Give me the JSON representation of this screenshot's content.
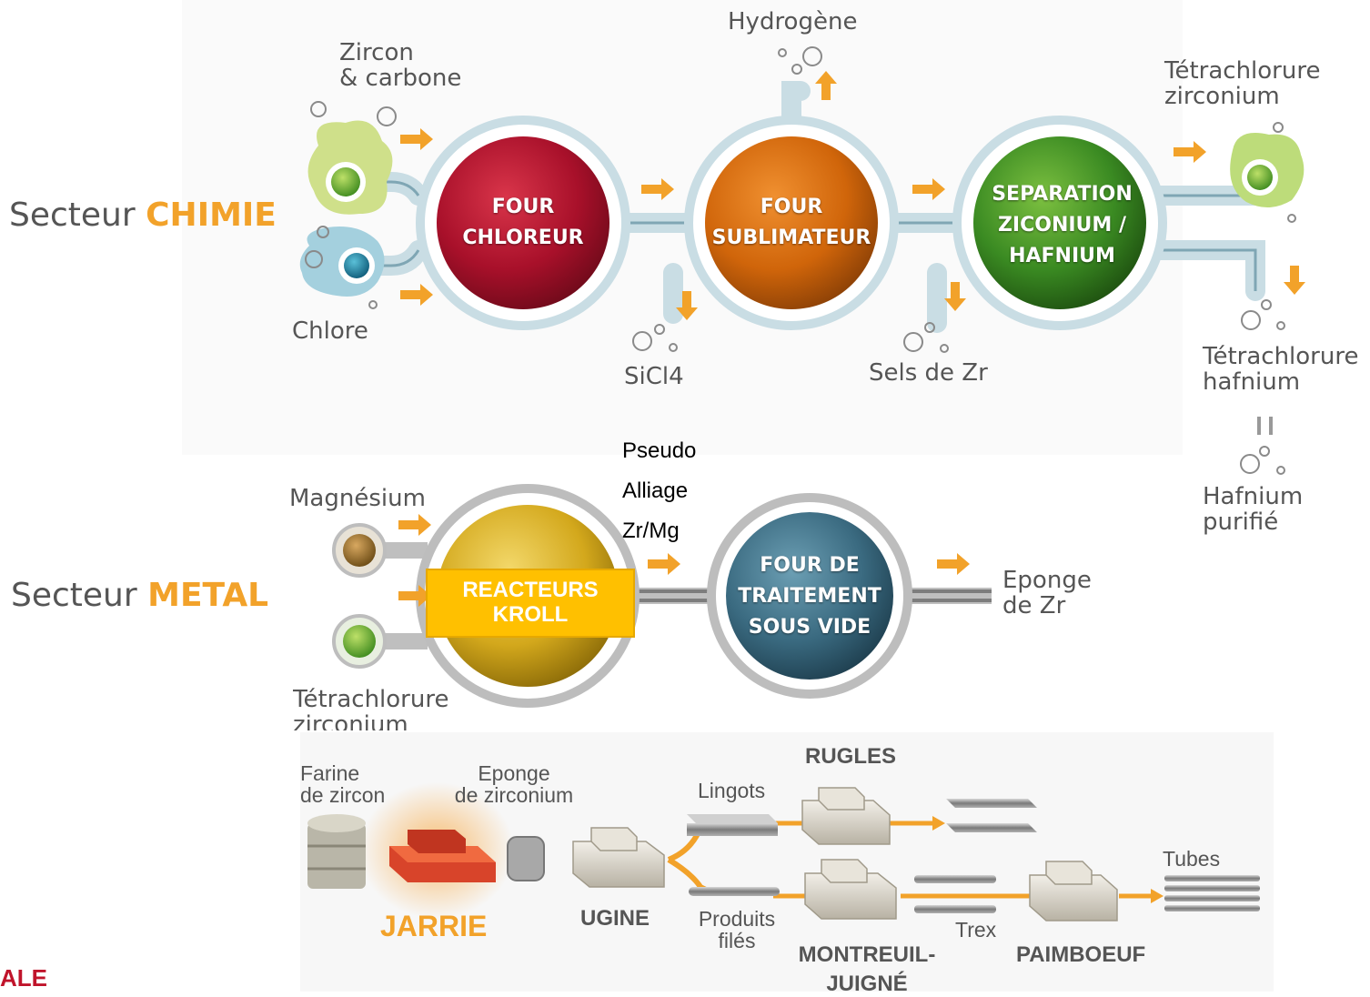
{
  "chimie": {
    "sector_prefix": "Secteur",
    "sector_name": "CHIMIE",
    "inputs": {
      "zircon": "Zircon\n& carbone",
      "chlore": "Chlore",
      "hydrogene": "Hydrogène"
    },
    "orbs": {
      "four_chloreur": "FOUR\nCHLOREUR",
      "four_sublimateur": "FOUR\nSUBLIMATEUR",
      "separation": "SEPARATION\nZICONIUM /\nHAFNIUM"
    },
    "outputs": {
      "sicl4": "SiCl4",
      "sels_zr": "Sels de Zr",
      "tetra_zr": "Tétrachlorure\nzirconium",
      "tetra_hf": "Tétrachlorure\nhafnium",
      "hafnium_purifie": "Hafnium\npurifié"
    },
    "colors": {
      "chloreur": "#b0152a",
      "sublimateur": "#d86a0c",
      "separation": "#3c8a22",
      "arrow": "#f2a22a"
    }
  },
  "metal": {
    "sector_prefix": "Secteur",
    "sector_name": "METAL",
    "inputs": {
      "magnesium": "Magnésium",
      "tetra_zr": "Tétrachlorure\nzirconium"
    },
    "reactor_line1": "REACTEURS",
    "reactor_line2": "KROLL",
    "pseudo_alliage": [
      "Pseudo",
      "Alliage",
      "Zr/Mg"
    ],
    "four_vide": "FOUR DE\nTRAITEMENT\nSOUS VIDE",
    "output": "Eponge\nde Zr",
    "colors": {
      "reactor": "#d8b020",
      "four_vide": "#3d6e86",
      "highlight_box": "#ffc000"
    }
  },
  "chain": {
    "farine": "Farine\nde zircon",
    "eponge": "Eponge\nde zirconium",
    "lingots": "Lingots",
    "produits_files": "Produits\nfilés",
    "trex": "Trex",
    "tubes": "Tubes",
    "sites": {
      "jarrie": "JARRIE",
      "ugine": "UGINE",
      "rugles": "RUGLES",
      "montreuil_1": "MONTREUIL-",
      "montreuil_2": "JUIGNÉ",
      "paimboeuf": "PAIMBOEUF"
    }
  },
  "corner_text": "ALE"
}
